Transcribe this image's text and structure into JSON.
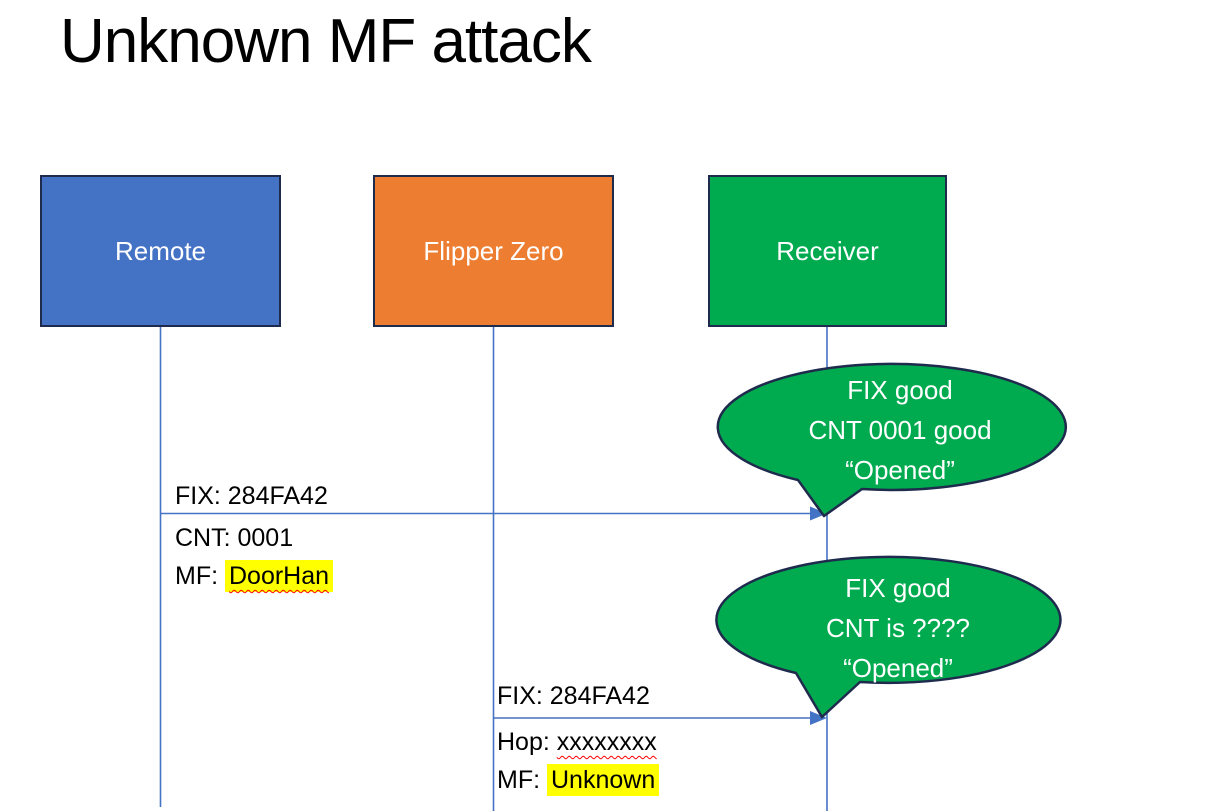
{
  "title": "Unknown MF attack",
  "actors": [
    {
      "label": "Remote",
      "fill": "#4472C4"
    },
    {
      "label": "Flipper Zero",
      "fill": "#ED7D31"
    },
    {
      "label": "Receiver",
      "fill": "#00AB50"
    }
  ],
  "messages": [
    {
      "above": "FIX: 284FA42",
      "rows": [
        {
          "prefix": "CNT: ",
          "value": "0001"
        },
        {
          "prefix": "MF: ",
          "value": "DoorHan"
        }
      ]
    },
    {
      "above": "FIX: 284FA42",
      "rows": [
        {
          "prefix": "Hop: ",
          "value": "xxxxxxxx"
        },
        {
          "prefix": "MF: ",
          "value": "Unknown"
        }
      ]
    }
  ],
  "bubbles": [
    {
      "lines": [
        "FIX good",
        "CNT 0001 good",
        "“Opened”"
      ]
    },
    {
      "lines": [
        "FIX good",
        "CNT is ????",
        "“Opened”"
      ]
    }
  ],
  "colors": {
    "box_blue": "#4472C4",
    "box_orange": "#ED7D31",
    "box_green": "#00AB50",
    "bubble_green": "#00AB50",
    "border_navy": "#1F2B4D",
    "connector_blue": "#4472C4",
    "highlight_yellow": "#FFFF00",
    "squiggle_red": "#FF0000",
    "title_black": "#000000",
    "label_white": "#FFFFFF"
  }
}
